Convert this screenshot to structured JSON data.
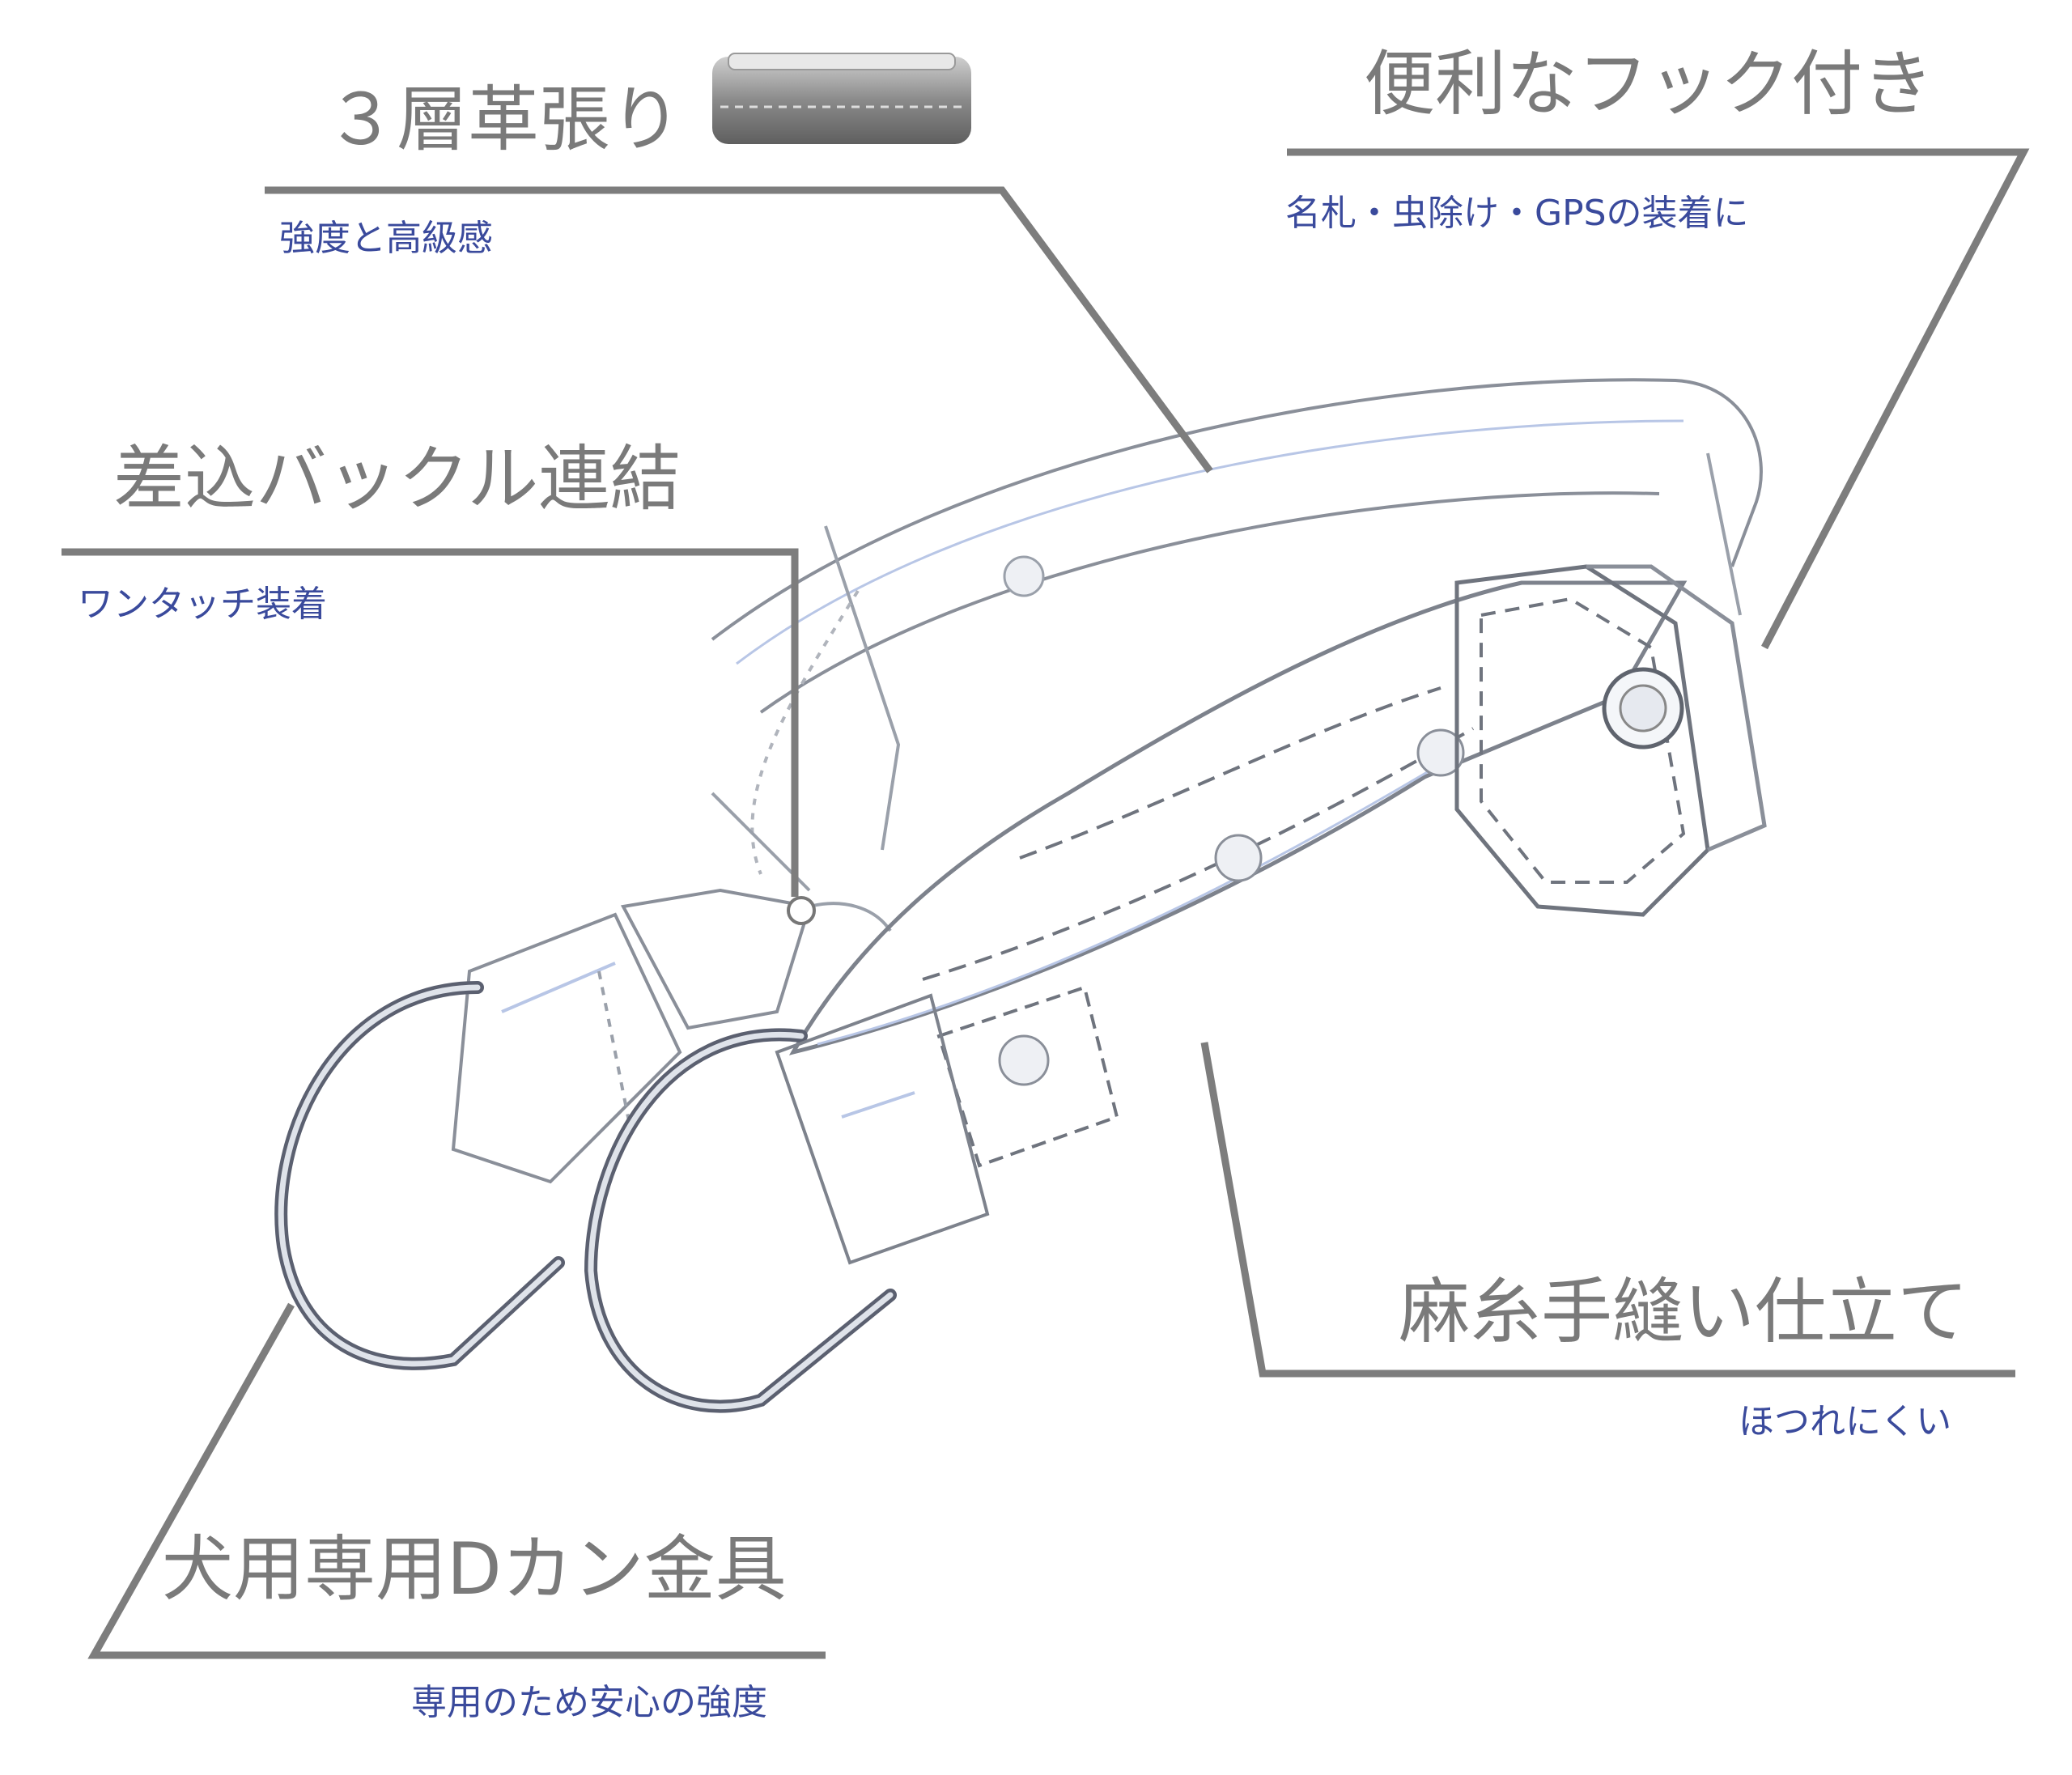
{
  "callouts": [
    {
      "id": "three-layer-leather",
      "title": "３層革張り",
      "subtitle": "強度と高級感"
    },
    {
      "id": "hook",
      "title": "便利なフック付き",
      "subtitle": "名札・虫除け・GPSの装着に"
    },
    {
      "id": "buckle",
      "title": "差込バックル連結",
      "subtitle": "ワンタッチ装着"
    },
    {
      "id": "hemp-stitch",
      "title": "麻糸手縫い仕立て",
      "subtitle": "ほつれにくい"
    },
    {
      "id": "d-ring",
      "title": "犬用専用Dカン金具",
      "subtitle": "専用のため安心の強度"
    }
  ],
  "colors": {
    "title": "#7a7a7a",
    "subtitle": "#3a4a9c",
    "leader": "#7d7d7d",
    "sketch": "#8a8f99"
  }
}
